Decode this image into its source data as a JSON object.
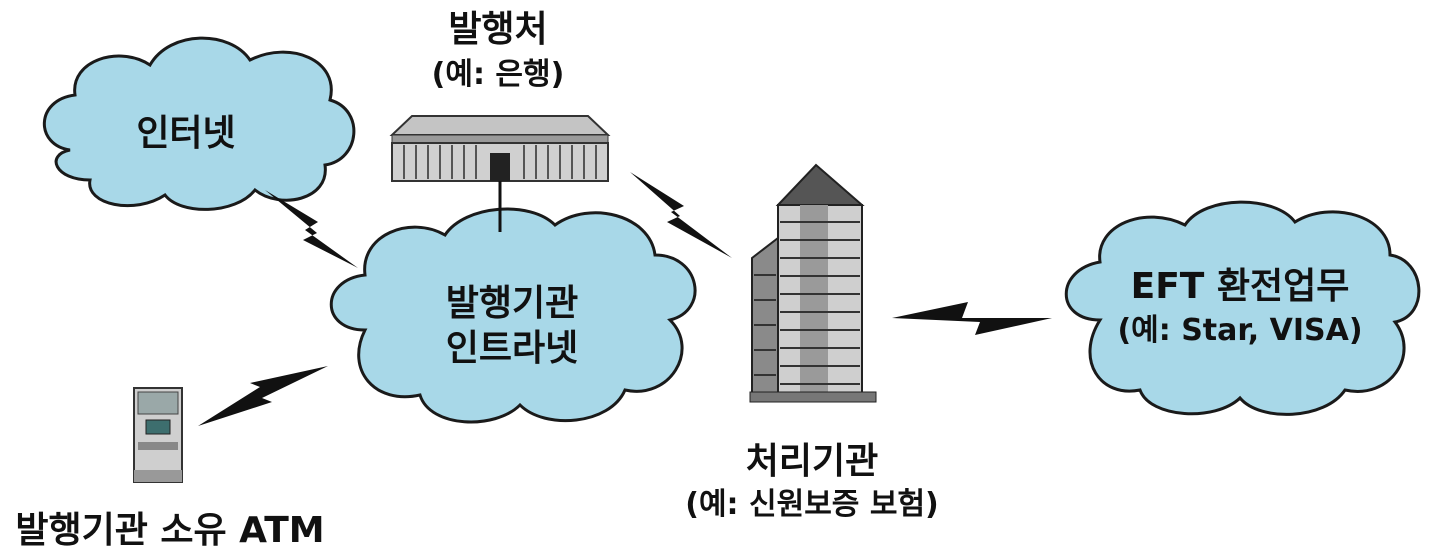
{
  "nodes": {
    "internet": {
      "label": "인터넷"
    },
    "intranet": {
      "line1": "발행기관",
      "line2": "인트라넷"
    },
    "issuer": {
      "line1": "발행처",
      "line2": "(예: 은행)"
    },
    "processor": {
      "line1": "처리기관",
      "line2": "(예: 신원보증 보험)"
    },
    "eft": {
      "line1": "EFT 환전업무",
      "line2": "(예: Star, VISA)"
    },
    "atm": {
      "label": "발행기관 소유 ATM"
    }
  },
  "colors": {
    "cloud_fill": "#a8d8e8",
    "cloud_stroke": "#1a1a1a",
    "bolt": "#111111"
  }
}
